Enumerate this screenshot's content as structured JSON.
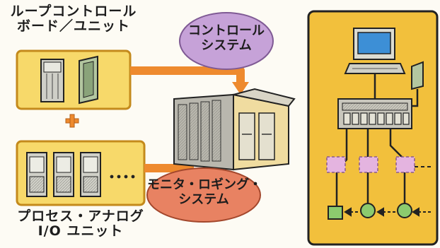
{
  "labels": {
    "loop_board_line1": "ループコントロール",
    "loop_board_line2": "ボード／ユニット",
    "process_io_line1": "プロセス・アナログ",
    "process_io_line2": "I/O ユニット",
    "control_system_line1": "コントロール",
    "control_system_line2": "システム",
    "monitor_system_line1": "モニタ・ロギング・",
    "monitor_system_line2": "システム"
  },
  "colors": {
    "panel_fill": "#f7d96a",
    "panel_stroke": "#c48a1c",
    "right_panel_fill": "#f2c03c",
    "arrow_orange": "#ee8a2e",
    "bubble_purple": "#c6a2d8",
    "bubble_red": "#e88262",
    "rack_gray": "#b9b7ae",
    "ink": "#222222"
  },
  "icons": {
    "plus": "plus-icon",
    "computer": "computer-icon",
    "ellipsis": "ellipsis-icon"
  }
}
